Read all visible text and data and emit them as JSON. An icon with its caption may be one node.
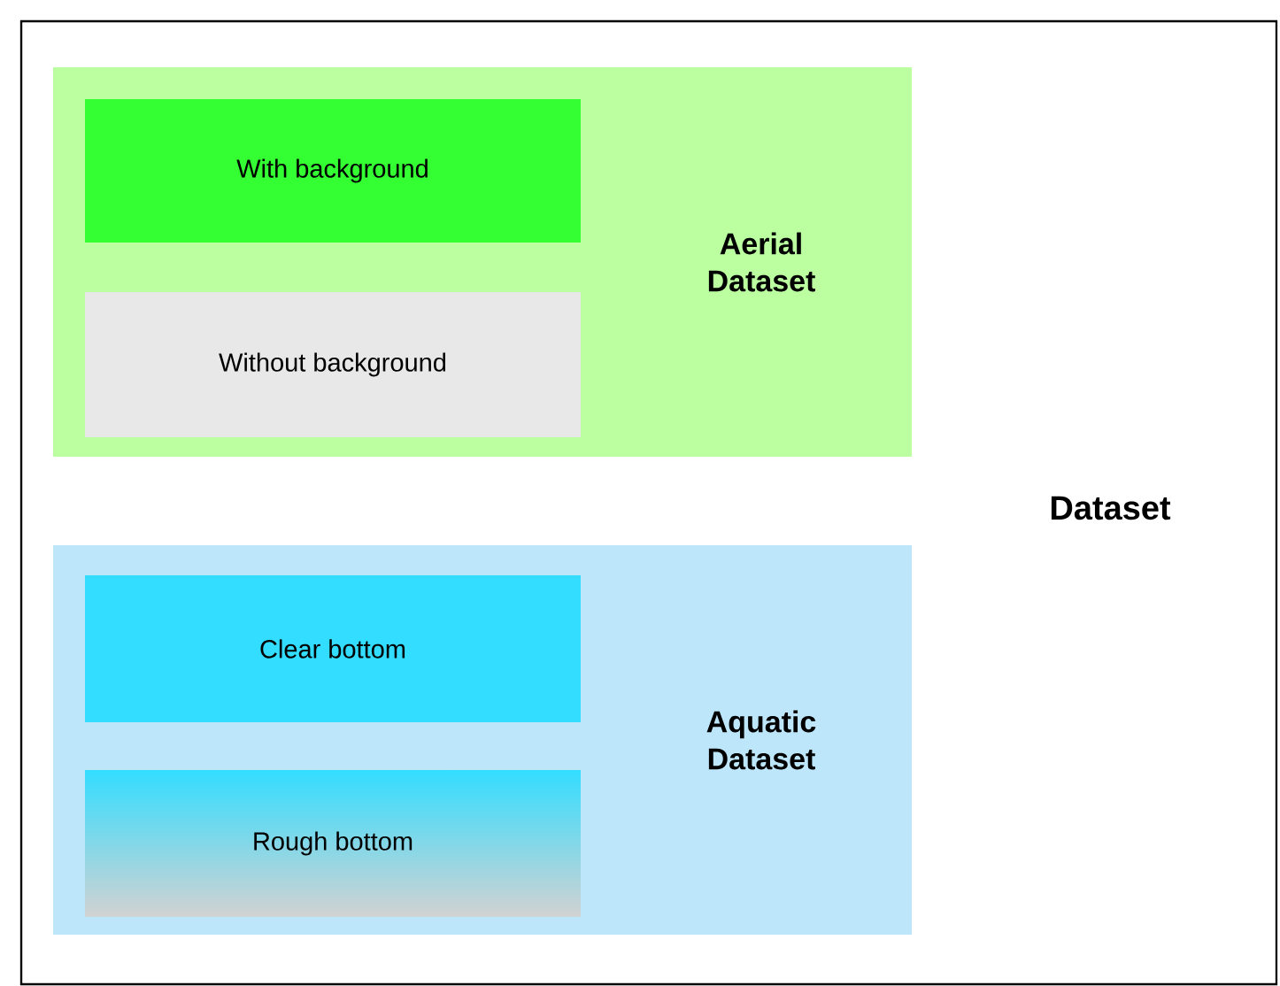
{
  "diagram": {
    "nodes": [
      {
        "text": [
          "Dataset"
        ]
      },
      {
        "text": [
          "Aerial Dataset"
        ],
        "in": 0
      },
      {
        "text": [
          "With background"
        ],
        "in": 1
      },
      {
        "text": [
          "Without background"
        ],
        "in": 1
      },
      {
        "text": [
          "Aquatic Dataset"
        ],
        "in": 0
      },
      {
        "text": [
          "Clear bottom"
        ],
        "in": 4
      },
      {
        "text": [
          "Rough bottom"
        ],
        "in": 4
      }
    ]
  }
}
